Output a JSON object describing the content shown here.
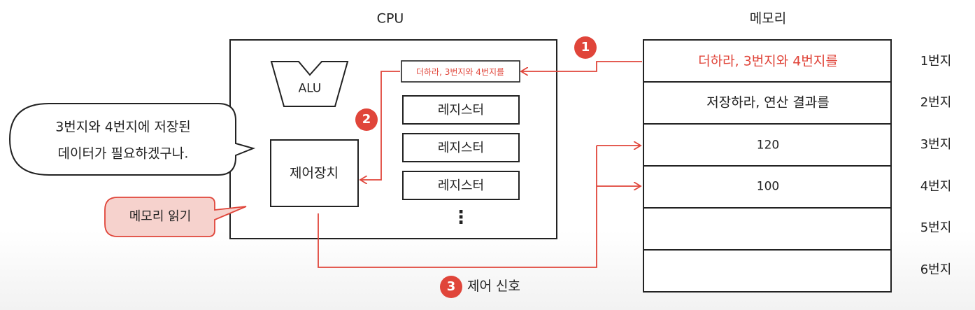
{
  "cpu": {
    "title": "CPU",
    "alu_label": "ALU",
    "instruction_register": "더하라, 3번지와 4번지를",
    "registers": [
      "레지스터",
      "레지스터",
      "레지스터"
    ],
    "more": "⋮",
    "control_unit": "제어장치"
  },
  "memory": {
    "title": "메모리",
    "cells": [
      {
        "address": "1번지",
        "content": "더하라, 3번지와 4번지를"
      },
      {
        "address": "2번지",
        "content": "저장하라, 연산 결과를"
      },
      {
        "address": "3번지",
        "content": "120"
      },
      {
        "address": "4번지",
        "content": "100"
      },
      {
        "address": "5번지",
        "content": ""
      },
      {
        "address": "6번지",
        "content": ""
      }
    ]
  },
  "speech_bubble": {
    "line1": "3번지와 4번지에 저장된",
    "line2": "데이터가 필요하겠구나."
  },
  "note_tag": "메모리 읽기",
  "steps": [
    {
      "number": "1"
    },
    {
      "number": "2"
    },
    {
      "number": "3",
      "label": "제어 신호"
    }
  ],
  "colors": {
    "accent": "#e0453a",
    "note_fill": "#f6d2cd",
    "line": "#222222"
  }
}
